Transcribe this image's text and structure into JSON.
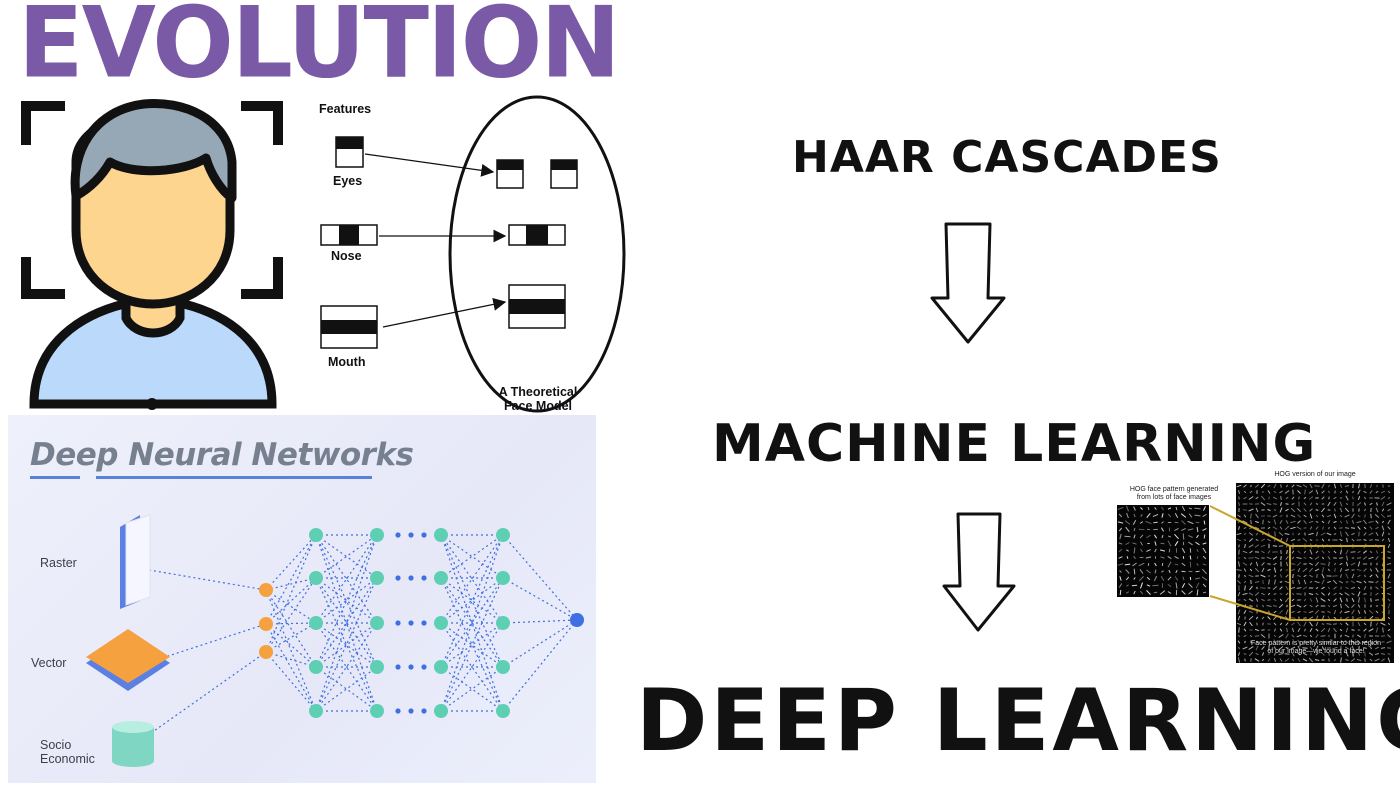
{
  "title": "EVOLUTION",
  "stages": {
    "haar": "HAAR CASCADES",
    "ml": "MACHINE LEARNING",
    "dl": "DEEP LEARNING"
  },
  "haar_diagram": {
    "features_heading": "Features",
    "eyes": "Eyes",
    "nose": "Nose",
    "mouth": "Mouth",
    "model_line1": "A Theoretical",
    "model_line2": "Face Model"
  },
  "dnn": {
    "title": "Deep Neural Networks",
    "inputs": [
      "Raster",
      "Vector",
      "Socio",
      "Economic"
    ]
  },
  "hog": {
    "left_caption1": "HOG face pattern generated",
    "left_caption2": "from lots of face images",
    "right_caption": "HOG version of our image",
    "bottom_caption1": "Face pattern is pretty similar to this region",
    "bottom_caption2": "of our image—we found a face!"
  },
  "colors": {
    "title": "#7a5aa6",
    "hair": "#96a8b6",
    "skin": "#fdd58e",
    "shirt": "#bbd9fb",
    "node_teal": "#5ecfb3",
    "node_orange": "#f6a13f",
    "node_blue": "#3f6fe0",
    "hog_box": "#c9a52b"
  },
  "icons": [
    "face-scan-icon",
    "down-arrow-icon"
  ]
}
